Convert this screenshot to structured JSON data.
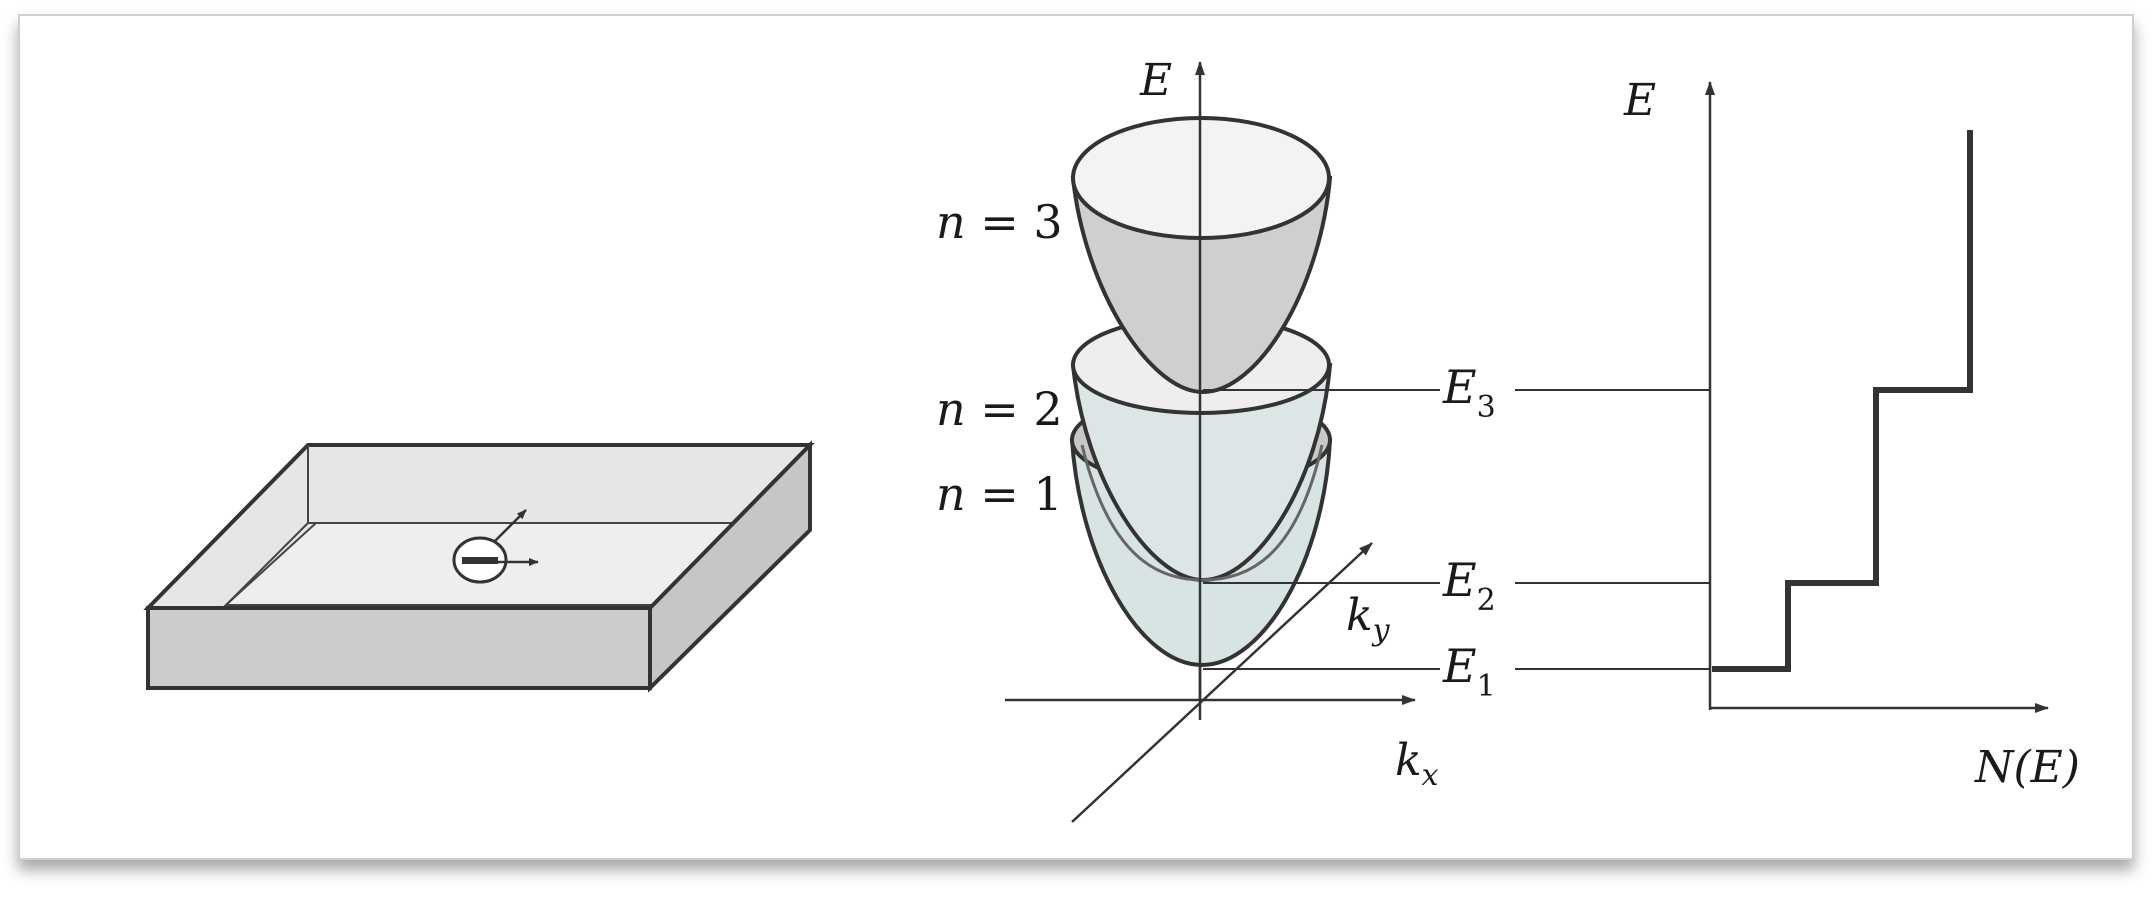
{
  "well": {
    "electron_symbol": "−"
  },
  "dispersion": {
    "axis_e": "E",
    "axis_kx": "k",
    "axis_kx_sub": "x",
    "axis_ky": "k",
    "axis_ky_sub": "y",
    "levels": [
      {
        "n_var": "n",
        "eq": " = 1",
        "e_label": "E",
        "e_sub": "1"
      },
      {
        "n_var": "n",
        "eq": " = 2",
        "e_label": "E",
        "e_sub": "2"
      },
      {
        "n_var": "n",
        "eq": " = 3",
        "e_label": "E",
        "e_sub": "3"
      }
    ]
  },
  "dos": {
    "axis_e": "E",
    "axis_n": "N(E)"
  },
  "colors": {
    "fill_dark": "#c9c9c9",
    "fill_light": "#dde6e6",
    "box_side": "#cccccc",
    "box_floor": "#e4e4e4",
    "stroke": "#333333"
  }
}
